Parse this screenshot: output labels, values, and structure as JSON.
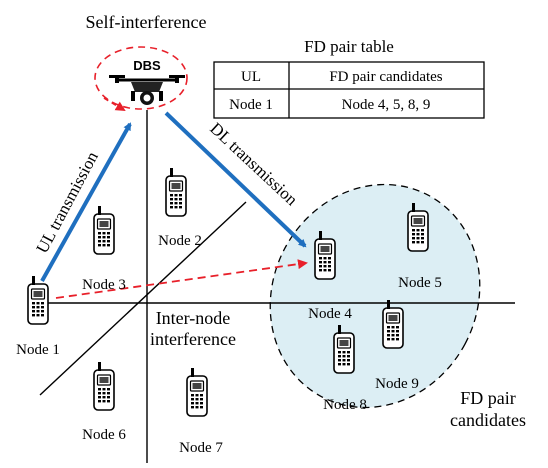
{
  "self_interference_label": "Self-interference",
  "dbs_label": "DBS",
  "ul_transmission_label": "UL transmission",
  "dl_transmission_label": "DL transmission",
  "inter_node_label_line1": "Inter-node",
  "inter_node_label_line2": "interference",
  "fd_pair_label_line1": "FD pair",
  "fd_pair_label_line2": "candidates",
  "table": {
    "title": "FD pair table",
    "headers": [
      "UL",
      "FD pair candidates"
    ],
    "row": [
      "Node 1",
      "Node 4, 5, 8, 9"
    ]
  },
  "nodes": {
    "node1": "Node 1",
    "node2": "Node 2",
    "node3": "Node 3",
    "node4": "Node 4",
    "node5": "Node 5",
    "node6": "Node 6",
    "node7": "Node 7",
    "node8": "Node 8",
    "node9": "Node 9"
  },
  "colors": {
    "arrow_blue": "#1f6fbf",
    "interference_red": "#e8202a",
    "fd_region_fill": "#dceef4",
    "axis": "#000000"
  }
}
